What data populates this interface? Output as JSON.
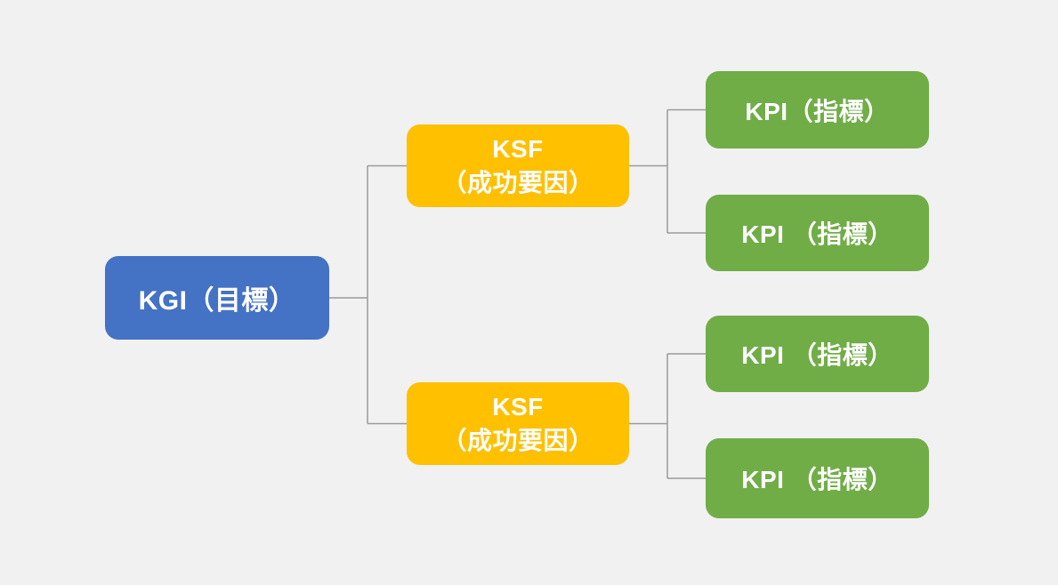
{
  "diagram": {
    "colors": {
      "background": "#F1F1F1",
      "kgi_fill": "#4472C4",
      "ksf_fill": "#FFC000",
      "kpi_fill": "#70AD47",
      "node_text": "#FFFFFF",
      "connector": "#9B9B9B"
    },
    "nodes": {
      "kgi": {
        "label": "KGI（目標）"
      },
      "ksf1": {
        "label": "KSF\n（成功要因）"
      },
      "ksf2": {
        "label": "KSF\n（成功要因）"
      },
      "kpi1": {
        "label": "KPI（指標）"
      },
      "kpi2": {
        "label": "KPI （指標）"
      },
      "kpi3": {
        "label": "KPI （指標）"
      },
      "kpi4": {
        "label": "KPI （指標）"
      }
    }
  }
}
